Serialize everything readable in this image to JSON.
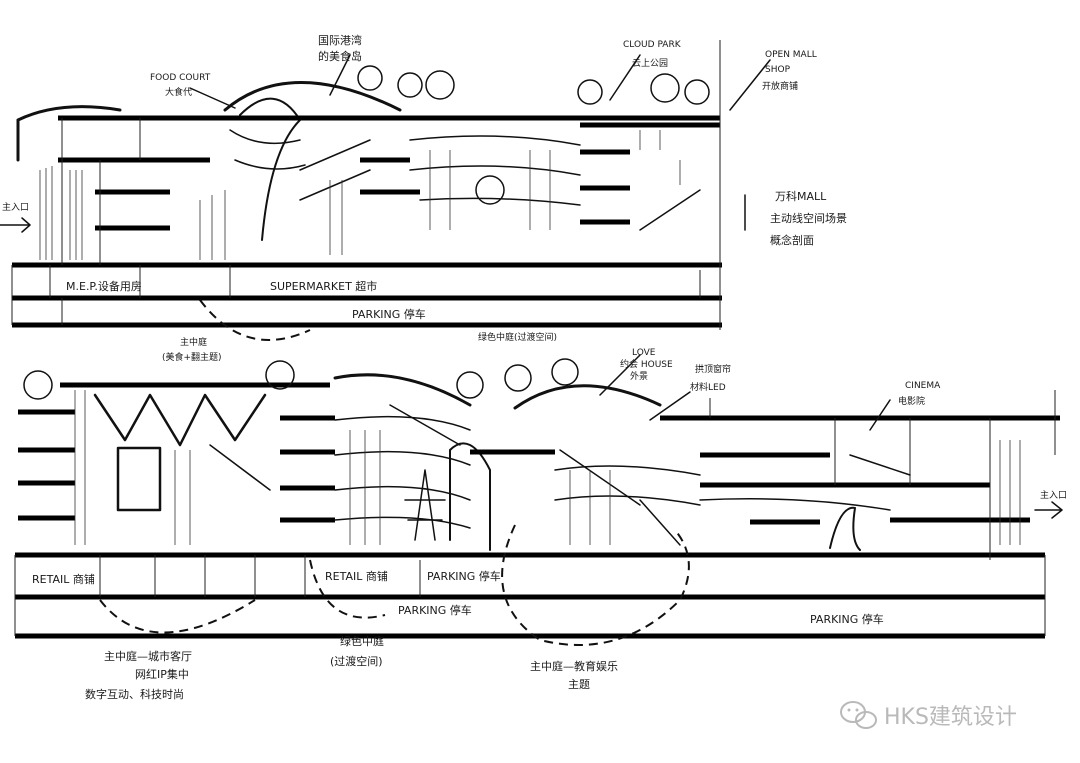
{
  "labels": {
    "food_court": "FOOD COURT",
    "food_court_cn": "大食代",
    "top_note_cn_1": "国际港湾",
    "top_note_cn_2": "的美食岛",
    "cloud_park": "CLOUD PARK",
    "cloud_park_cn": "云上公园",
    "open_mall_1": "OPEN MALL",
    "open_mall_2": "SHOP",
    "open_mall_cn": "开放商铺",
    "side_note_1": "万科MALL",
    "side_note_2": "主动线空间场景",
    "side_note_3": "概念剖面",
    "entrance_left": "主入口",
    "mep": "M.E.P.设备用房",
    "supermarket": "SUPERMARKET 超市",
    "parking_top": "PARKING 停车",
    "atrium_1a": "主中庭",
    "atrium_1b": "(美食+翻主题)",
    "green_atrium_top": "绿色中庭(过渡空间)",
    "love_house_1": "LOVE",
    "love_house_2": "约会 HOUSE",
    "love_house_3": "外景",
    "led_note_1": "拱顶窗帘",
    "led_note_2": "材料LED",
    "cinema_1": "CINEMA",
    "cinema_2": "电影院",
    "entrance_right": "主入口",
    "retail_1": "RETAIL 商铺",
    "retail_2": "RETAIL 商铺",
    "parking_mid": "PARKING 停车",
    "parking_b1": "PARKING 停车",
    "parking_b2": "PARKING 停车",
    "bottom_note_1a": "主中庭—城市客厅",
    "bottom_note_1b": "网红IP集中",
    "bottom_note_1c": "数字互动、科技时尚",
    "bottom_note_2a": "绿色中庭",
    "bottom_note_2b": "(过渡空间)",
    "bottom_note_3a": "主中庭—教育娱乐",
    "bottom_note_3b": "主题"
  },
  "watermark": {
    "text": "HKS建筑设计",
    "icon": "wechat-icon"
  },
  "colors": {
    "ink": "#111111",
    "paper": "#ffffff",
    "watermark": "#b9b9b9"
  }
}
